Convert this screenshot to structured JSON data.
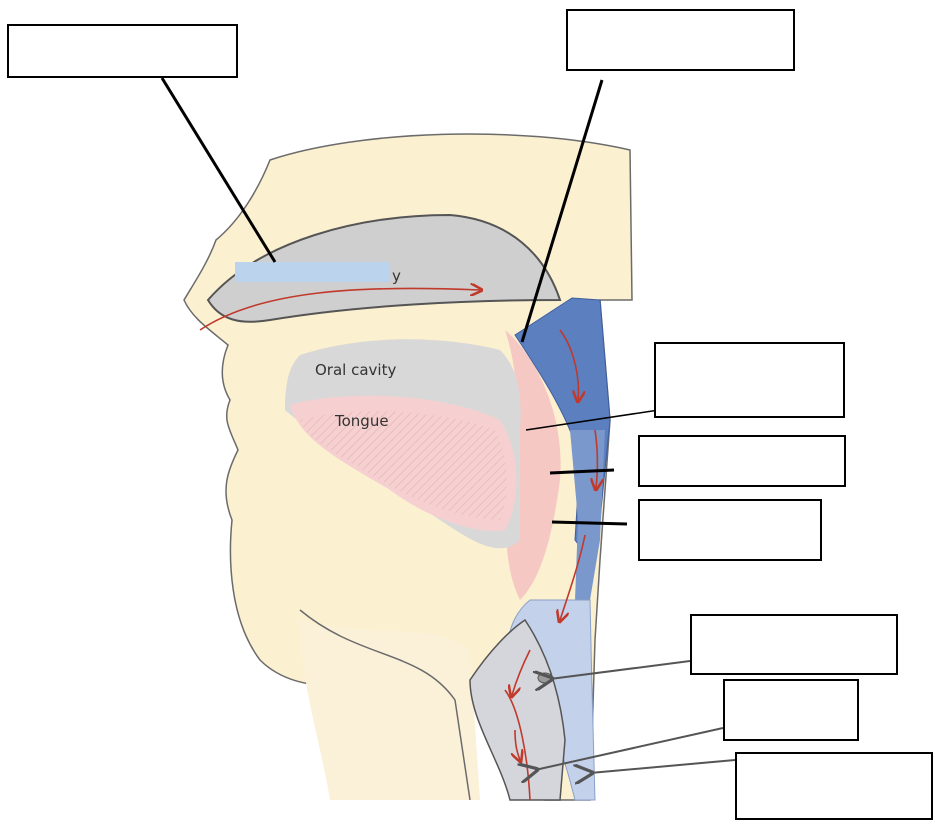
{
  "diagram": {
    "visible_labels": {
      "nasal_fragment": "y",
      "oral_cavity": "Oral cavity",
      "tongue": "Tongue"
    },
    "blank_label_boxes": [
      "",
      "",
      "",
      "",
      "",
      "",
      "",
      ""
    ],
    "colors": {
      "skin": "#fbf0cf",
      "nasal_cavity_fill": "#cfcfcf",
      "pharynx_blue": "#5b7fbf",
      "airway_light_blue": "#c4d1ea",
      "airflow_arrow": "#c0392b",
      "tissue_pink": "#f3c1c1",
      "redaction_bar": "#bcd3ee"
    }
  }
}
